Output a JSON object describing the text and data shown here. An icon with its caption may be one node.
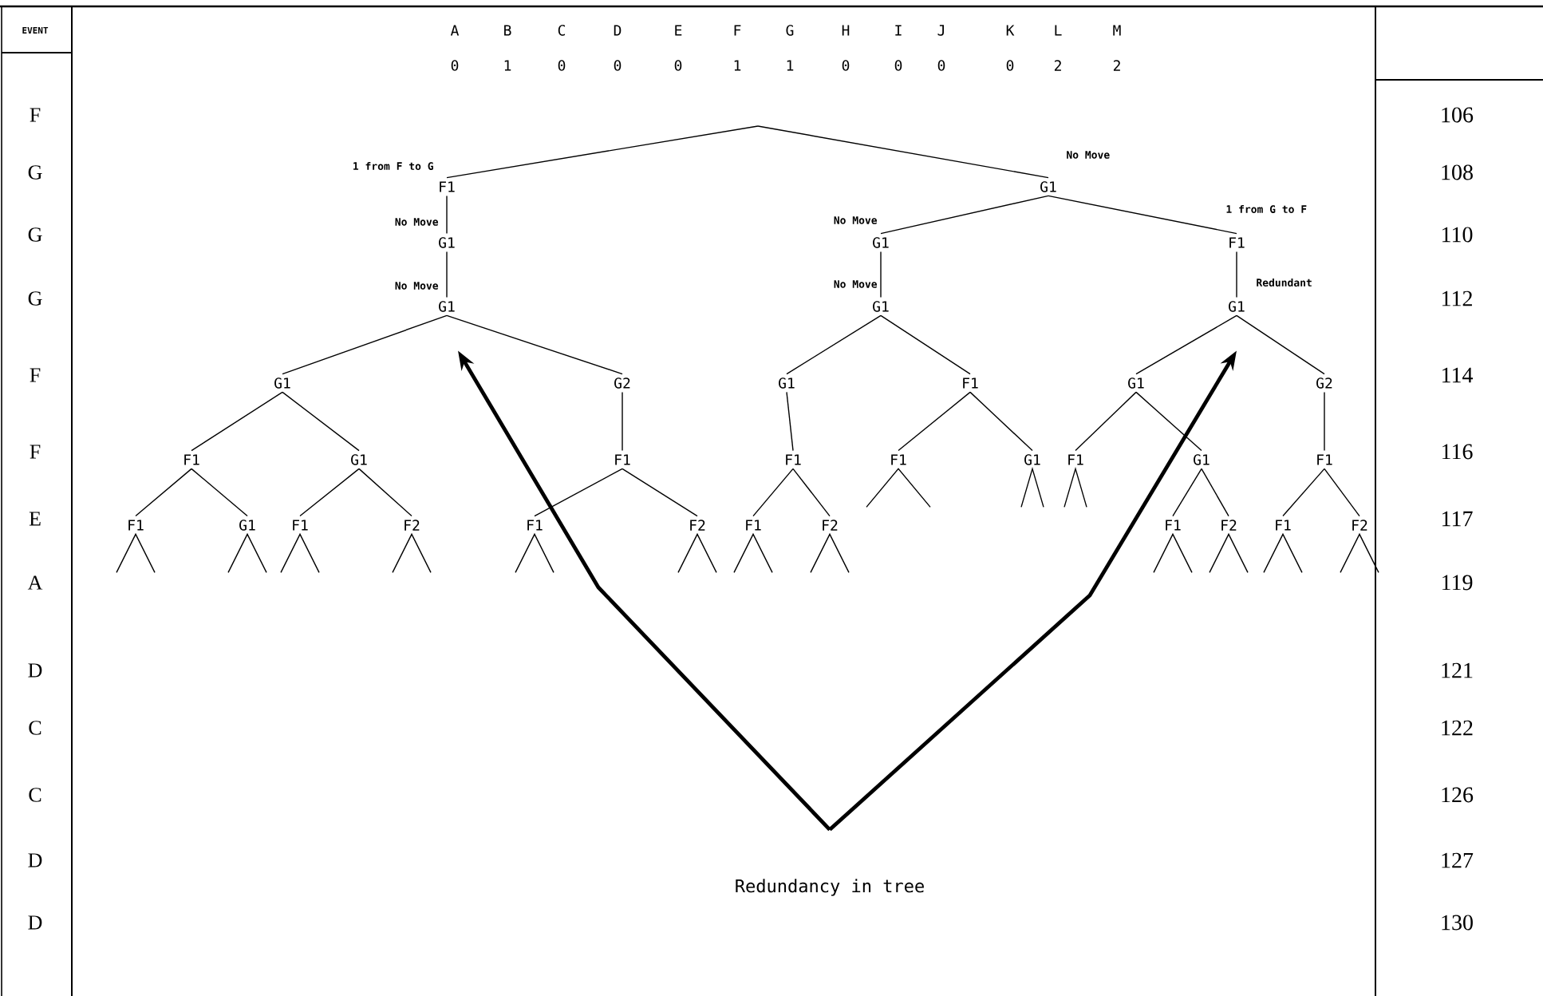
{
  "diagram": {
    "nodes": [
      {
        "text": [
          "F1"
        ],
        "beside": [
          "1 from F to G"
        ]
      },
      {
        "text": [
          "G1"
        ],
        "beside": [
          "No Move"
        ]
      },
      {
        "text": [
          "G1"
        ],
        "beside": [
          "No Move"
        ]
      },
      {
        "text": [
          "G1"
        ],
        "beside": [
          "No Move"
        ]
      },
      {
        "text": [
          "G1"
        ],
        "beside": [
          "No Move"
        ]
      },
      {
        "text": [
          "F1"
        ],
        "beside": [
          "1 from G to F"
        ]
      },
      {
        "text": [
          "G1"
        ],
        "beside": [
          "No Move"
        ]
      },
      {
        "text": [
          "G1"
        ],
        "beside": [
          "Redundant"
        ]
      },
      {
        "text": [
          "G1"
        ]
      },
      {
        "text": [
          "G2"
        ]
      },
      {
        "text": [
          "G1"
        ]
      },
      {
        "text": [
          "F1"
        ]
      },
      {
        "text": [
          "G1"
        ]
      },
      {
        "text": [
          "G2"
        ]
      },
      {
        "text": [
          "F1"
        ]
      },
      {
        "text": [
          "G1"
        ]
      },
      {
        "text": [
          "F1"
        ]
      },
      {
        "text": [
          "F1"
        ]
      },
      {
        "text": [
          "F1"
        ]
      },
      {
        "text": [
          "G1"
        ]
      },
      {
        "text": [
          "F1"
        ]
      },
      {
        "text": [
          "G1"
        ]
      },
      {
        "text": [
          "F1"
        ]
      },
      {
        "text": [
          "F1"
        ]
      },
      {
        "text": [
          "G1"
        ]
      },
      {
        "text": [
          "F1"
        ]
      },
      {
        "text": [
          "F2"
        ]
      },
      {
        "text": [
          "F1"
        ]
      },
      {
        "text": [
          "F2"
        ]
      },
      {
        "text": [
          "F1"
        ]
      },
      {
        "text": [
          "F2"
        ]
      },
      {
        "text": [
          "F1"
        ]
      },
      {
        "text": [
          "F2"
        ]
      },
      {
        "text": [
          "F1"
        ]
      },
      {
        "text": [
          "F2"
        ]
      },
      {
        "text": [
          "Redundancy in tree"
        ]
      }
    ],
    "edges": [
      {
        "from": null,
        "to": 0,
        "arrow": "none"
      },
      {
        "from": null,
        "to": 3,
        "arrow": "none"
      },
      {
        "from": 0,
        "to": 1,
        "arrow": "none"
      },
      {
        "from": 1,
        "to": 2,
        "arrow": "none"
      },
      {
        "from": 3,
        "to": 4,
        "arrow": "none"
      },
      {
        "from": 3,
        "to": 5,
        "arrow": "none"
      },
      {
        "from": 4,
        "to": 6,
        "arrow": "none"
      },
      {
        "from": 5,
        "to": 7,
        "arrow": "none"
      },
      {
        "from": 2,
        "to": 8,
        "arrow": "none"
      },
      {
        "from": 2,
        "to": 9,
        "arrow": "none"
      },
      {
        "from": 6,
        "to": 10,
        "arrow": "none"
      },
      {
        "from": 6,
        "to": 11,
        "arrow": "none"
      },
      {
        "from": 7,
        "to": 12,
        "arrow": "none"
      },
      {
        "from": 7,
        "to": 13,
        "arrow": "none"
      },
      {
        "from": 8,
        "to": 14,
        "arrow": "none"
      },
      {
        "from": 8,
        "to": 15,
        "arrow": "none"
      },
      {
        "from": 9,
        "to": 16,
        "arrow": "none"
      },
      {
        "from": 10,
        "to": 17,
        "arrow": "none"
      },
      {
        "from": 11,
        "to": 18,
        "arrow": "none"
      },
      {
        "from": 11,
        "to": 19,
        "arrow": "none"
      },
      {
        "from": 12,
        "to": 20,
        "arrow": "none"
      },
      {
        "from": 12,
        "to": 21,
        "arrow": "none"
      },
      {
        "from": 13,
        "to": 22,
        "arrow": "none"
      },
      {
        "from": 14,
        "to": 23,
        "arrow": "none"
      },
      {
        "from": 14,
        "to": 24,
        "arrow": "none"
      },
      {
        "from": 15,
        "to": 25,
        "arrow": "none"
      },
      {
        "from": 15,
        "to": 26,
        "arrow": "none"
      },
      {
        "from": 16,
        "to": 27,
        "arrow": "none"
      },
      {
        "from": 16,
        "to": 28,
        "arrow": "none"
      },
      {
        "from": 17,
        "to": 29,
        "arrow": "none"
      },
      {
        "from": 17,
        "to": 30,
        "arrow": "none"
      },
      {
        "from": 21,
        "to": 31,
        "arrow": "none"
      },
      {
        "from": 21,
        "to": 32,
        "arrow": "none"
      },
      {
        "from": 22,
        "to": 33,
        "arrow": "none"
      },
      {
        "from": 22,
        "to": 34,
        "arrow": "none"
      },
      {
        "from": 35,
        "to": 2,
        "arrow": "to",
        "style": "thick"
      },
      {
        "from": 35,
        "to": 7,
        "arrow": "to",
        "style": "thick"
      }
    ],
    "labels": [
      "EVENT",
      "A",
      "B",
      "C",
      "D",
      "E",
      "F",
      "G",
      "H",
      "I",
      "J",
      "K",
      "L",
      "M",
      "0",
      "1",
      "0",
      "0",
      "0",
      "1",
      "1",
      "0",
      "0",
      "0",
      "0",
      "2",
      "2",
      "F",
      "106",
      "G",
      "108",
      "G",
      "110",
      "G",
      "112",
      "F",
      "114",
      "F",
      "116",
      "E",
      "117",
      "A",
      "119",
      "D",
      "121",
      "C",
      "122",
      "C",
      "126",
      "D",
      "127",
      "D",
      "130"
    ]
  }
}
